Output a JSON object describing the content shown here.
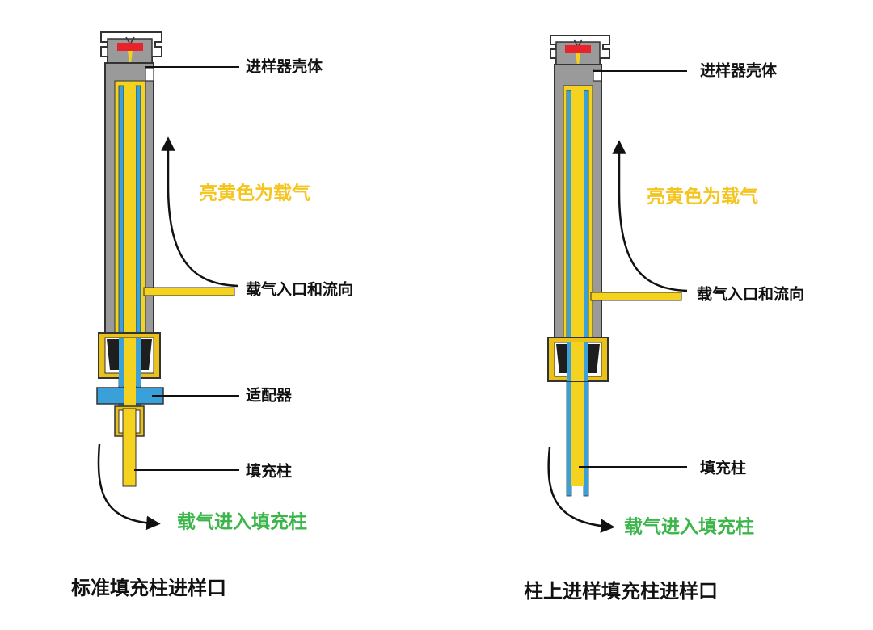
{
  "colors": {
    "carrier_gas": "#F4D21F",
    "column_blue": "#3AA0DA",
    "housing_grey": "#9A9A9A",
    "housing_outline": "#333333",
    "septum_red": "#E8242A",
    "ferrule_black": "#1E1E1E",
    "nut_gold": "#E8C21A",
    "label_green": "#3CB54A",
    "label_black": "#111111"
  },
  "left_diagram": {
    "caption": "标准填充柱进样口",
    "labels": {
      "housing": "进样器壳体",
      "carrier_color_note": "亮黄色为载气",
      "carrier_inlet": "载气入口和流向",
      "adapter": "适配器",
      "packed_column": "填充柱",
      "gas_into_column": "载气进入填充柱"
    }
  },
  "right_diagram": {
    "caption": "柱上进样填充柱进样口",
    "labels": {
      "housing": "进样器壳体",
      "carrier_color_note": "亮黄色为载气",
      "carrier_inlet": "载气入口和流向",
      "packed_column": "填充柱",
      "gas_into_column": "载气进入填充柱"
    }
  }
}
